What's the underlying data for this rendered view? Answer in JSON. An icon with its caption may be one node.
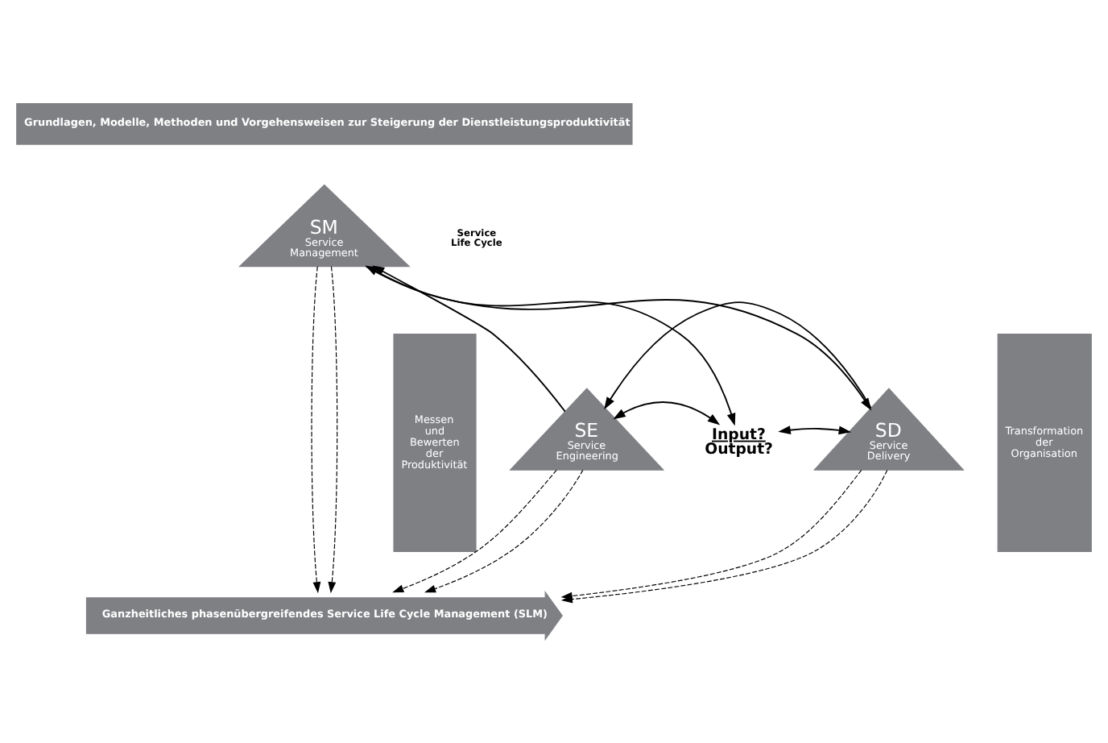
{
  "diagram": {
    "nodes": [
      {
        "text": [
          "Grundlagen, Modelle, Methoden und Vorgehensweisen zur Steigerung der Dienstleistungsproduktivität"
        ]
      },
      {
        "text": [
          "Messen und Bewerten der Produktivität"
        ]
      },
      {
        "text": [
          "Transformation der Organisation"
        ]
      },
      {
        "text": [
          "SM",
          "Service Management"
        ]
      },
      {
        "text": [
          "SE",
          "Service Engineering"
        ]
      },
      {
        "text": [
          "SD",
          "Service Delivery"
        ]
      },
      {
        "text": [
          "Input?",
          "Output?"
        ]
      },
      {
        "text": [
          "Ganzheitliches phasenübergreifendes Service Life Cycle Management (SLM)"
        ]
      }
    ],
    "edges": [
      {
        "from": 4,
        "to": 3,
        "arrow": "to"
      },
      {
        "from": 3,
        "to": 5,
        "arrow": "to"
      },
      {
        "from": 5,
        "to": 4,
        "arrow": "to"
      },
      {
        "from": 3,
        "to": 6,
        "arrow": "both"
      },
      {
        "from": 4,
        "to": 6,
        "arrow": "both"
      },
      {
        "from": 6,
        "to": 5,
        "arrow": "both"
      },
      {
        "from": 4,
        "to": 7,
        "arrow": "to",
        "style": "dashed"
      },
      {
        "from": 4,
        "to": 7,
        "arrow": "to",
        "style": "dashed"
      },
      {
        "from": 3,
        "to": 7,
        "arrow": "to",
        "style": "dashed"
      },
      {
        "from": 3,
        "to": 7,
        "arrow": "to",
        "style": "dashed"
      },
      {
        "from": 5,
        "to": 7,
        "arrow": "to",
        "style": "dashed"
      },
      {
        "from": 5,
        "to": 7,
        "arrow": "to",
        "style": "dashed"
      }
    ],
    "labels": [
      "Service Life Cycle"
    ]
  }
}
